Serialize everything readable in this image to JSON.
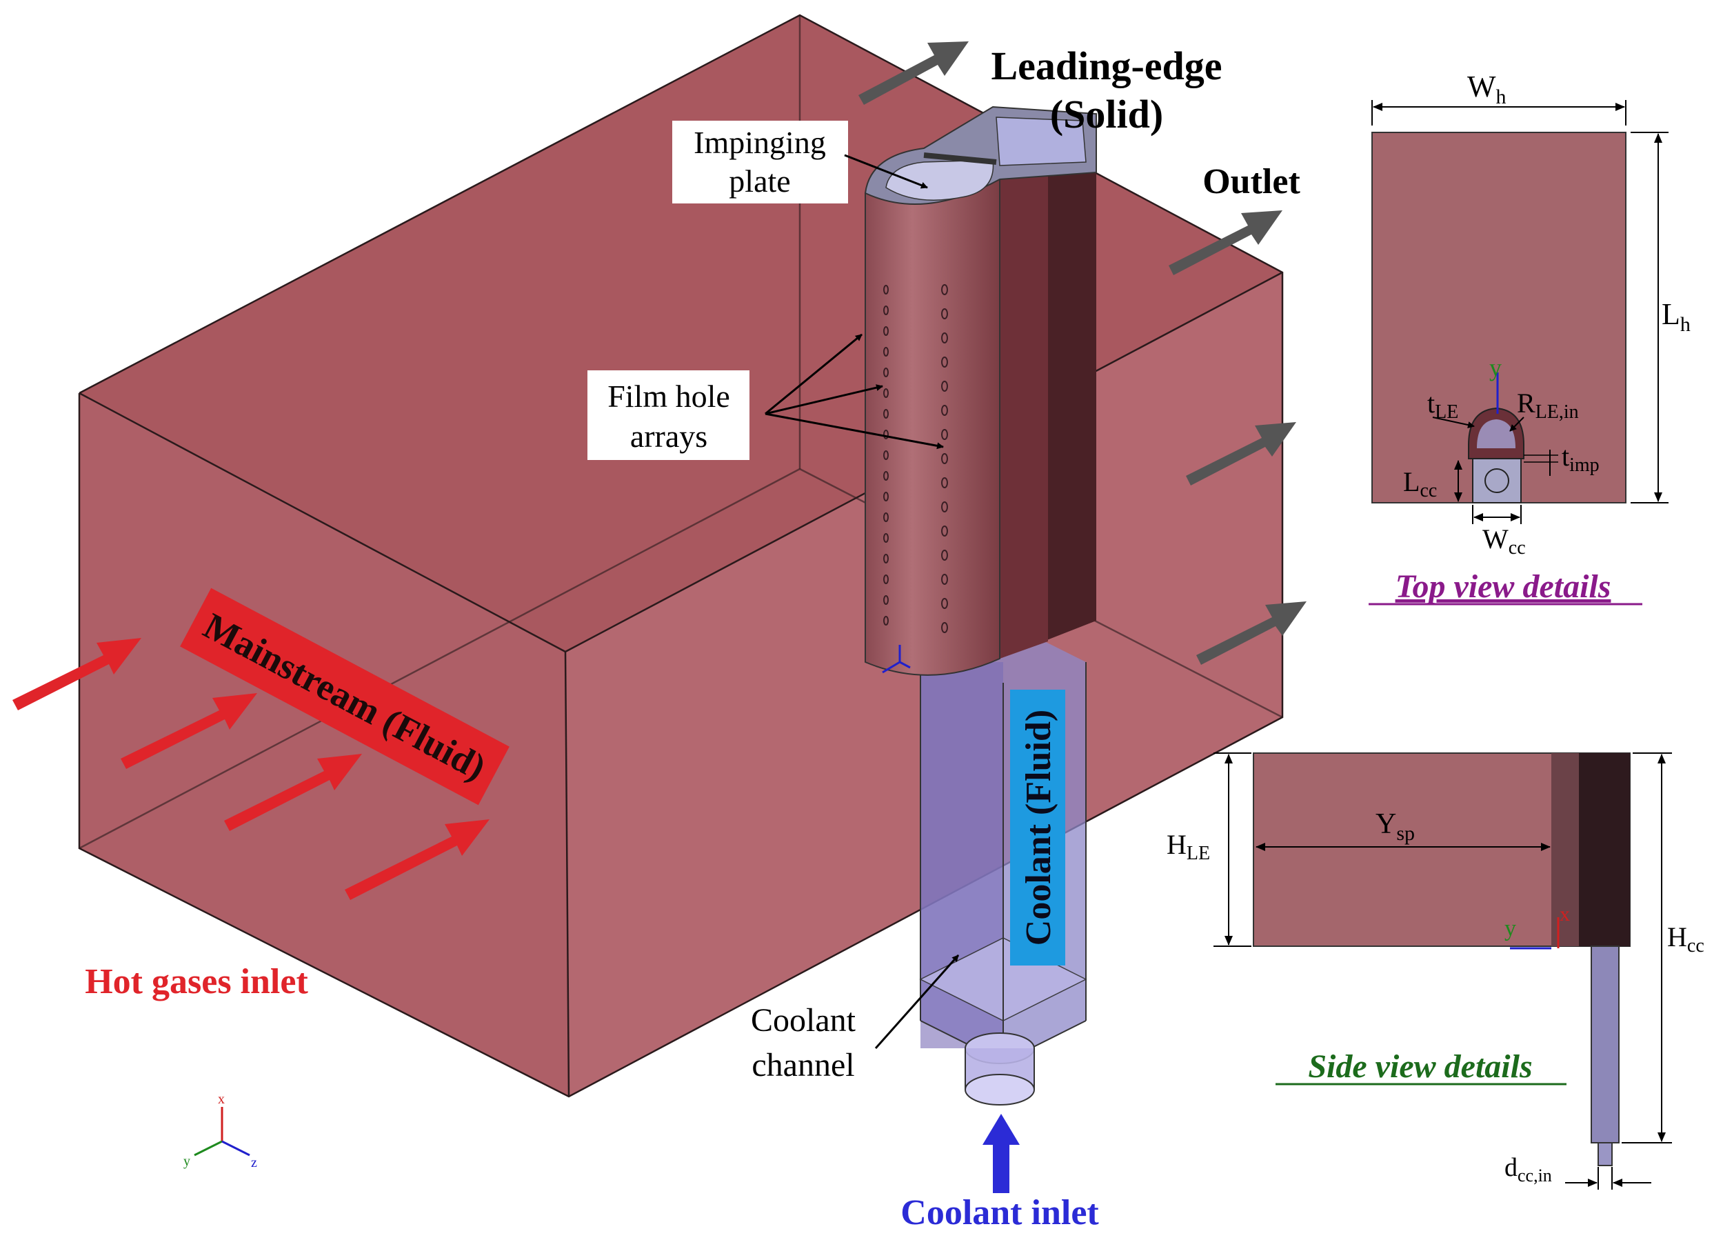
{
  "labels": {
    "leading_edge_1": "Leading-edge",
    "leading_edge_2": "(Solid)",
    "impinging_1": "Impinging",
    "impinging_2": "plate",
    "outlet": "Outlet",
    "film_1": "Film hole",
    "film_2": "arrays",
    "mainstream": "Mainstream (Fluid)",
    "coolant_fluid": "Coolant (Fluid)",
    "hot_gases": "Hot gases inlet",
    "coolant_channel_1": "Coolant",
    "coolant_channel_2": "channel",
    "coolant_inlet": "Coolant inlet"
  },
  "top_view": {
    "title": "Top view details",
    "W": "W",
    "W_sub": "h",
    "L": "L",
    "L_sub": "h",
    "tLE": "t",
    "tLE_sub": "LE",
    "RLE": "R",
    "RLE_sub": "LE,in",
    "timp": "t",
    "timp_sub": "imp",
    "Lcc": "L",
    "Lcc_sub": "cc",
    "Wcc": "W",
    "Wcc_sub": "cc",
    "axis_y": "y"
  },
  "side_view": {
    "title": "Side view details",
    "HLE": "H",
    "HLE_sub": "LE",
    "Ysp": "Y",
    "Ysp_sub": "sp",
    "Hcc": "H",
    "Hcc_sub": "cc",
    "dcc": "d",
    "dcc_sub": "cc,in",
    "axis_y": "y",
    "axis_x": "x"
  },
  "triad": {
    "x": "x",
    "y": "y",
    "z": "z"
  },
  "colors": {
    "hot_red": "#e0242a",
    "box_fill": "#a4525a",
    "coolant_blue": "#2b2bd6",
    "badge_blue": "#1e9ae0",
    "top_title": "#8a1a8a",
    "side_title": "#1c6b1c"
  }
}
